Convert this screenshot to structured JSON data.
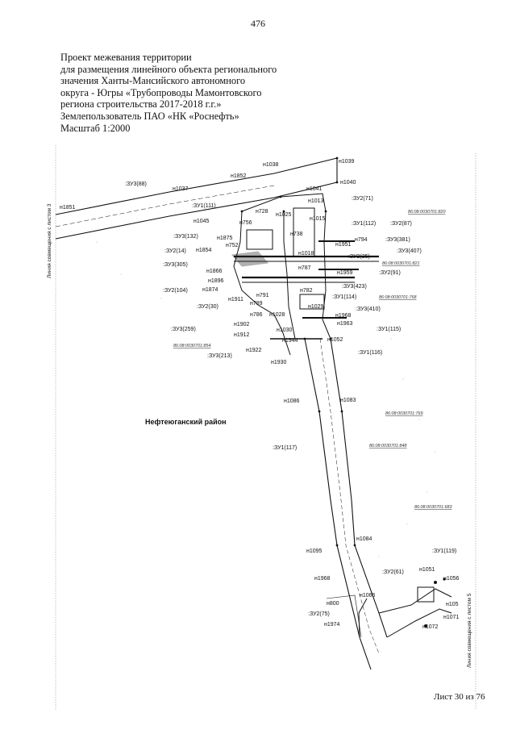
{
  "page_number": "476",
  "title_lines": [
    "Проект межевания территории",
    "для размещения линейного объекта регионального",
    "значения Ханты-Мансийского автономного",
    "округа - Югры «Трубопроводы Мамонтовского",
    "региона строительства 2017-2018 г.г.»",
    "Землепользователь ПАО «НК «Роснефть»",
    "Масштаб 1:2000"
  ],
  "region_label": "Нефтеюганский район",
  "side_labels": {
    "left": "Линия совмещения с листом 3",
    "right": "Линия совмещения с листом 5"
  },
  "sheet_label": "Лист 30 из 76",
  "map_labels": [
    {
      "id": "n1039",
      "text": "н1039"
    },
    {
      "id": "n1038",
      "text": "н1038"
    },
    {
      "id": "n1040",
      "text": "н1040"
    },
    {
      "id": "n1852",
      "text": "н1852"
    },
    {
      "id": "zu3_88",
      "text": ":ЗУ3(88)"
    },
    {
      "id": "n1037",
      "text": "н1037"
    },
    {
      "id": "n1041",
      "text": "н1041"
    },
    {
      "id": "n1013",
      "text": "н1013"
    },
    {
      "id": "zu2_71",
      "text": ":ЗУ2(71)"
    },
    {
      "id": "zu1_111",
      "text": ":ЗУ1(111)"
    },
    {
      "id": "n1851",
      "text": "н1851"
    },
    {
      "id": "n728",
      "text": "н728"
    },
    {
      "id": "n1025",
      "text": "н1025"
    },
    {
      "id": "n1015",
      "text": "н1015"
    },
    {
      "id": "n1045",
      "text": "н1045"
    },
    {
      "id": "n756",
      "text": "н756"
    },
    {
      "id": "zu1_112",
      "text": ":ЗУ1(112)"
    },
    {
      "id": "zu2_87",
      "text": ":ЗУ2(87)"
    },
    {
      "id": "n738",
      "text": "н738"
    },
    {
      "id": "zu3_132",
      "text": ":ЗУ3(132)"
    },
    {
      "id": "n1875",
      "text": "н1875"
    },
    {
      "id": "n794",
      "text": "н794"
    },
    {
      "id": "zu3_381",
      "text": ":ЗУ3(381)"
    },
    {
      "id": "n752",
      "text": "н752"
    },
    {
      "id": "n1951",
      "text": "н1951"
    },
    {
      "id": "zu2_14",
      "text": ":ЗУ2(14)"
    },
    {
      "id": "n1854",
      "text": "н1854"
    },
    {
      "id": "n1018",
      "text": "н1018"
    },
    {
      "id": "zu3_407",
      "text": ":ЗУ3(407)"
    },
    {
      "id": "zu2_25",
      "text": ":ЗУ2(25)"
    },
    {
      "id": "zu3_305",
      "text": ":ЗУ3(305)"
    },
    {
      "id": "n787",
      "text": "н787"
    },
    {
      "id": "n1959",
      "text": "н1959"
    },
    {
      "id": "zu2_91",
      "text": ":ЗУ2(91)"
    },
    {
      "id": "n1866",
      "text": "н1866"
    },
    {
      "id": "n1896",
      "text": "н1896"
    },
    {
      "id": "zu3_423",
      "text": ":ЗУ3(423)"
    },
    {
      "id": "zu2_104",
      "text": ":ЗУ2(104)"
    },
    {
      "id": "n1874",
      "text": "н1874"
    },
    {
      "id": "n782",
      "text": "н782"
    },
    {
      "id": "n791",
      "text": "н791"
    },
    {
      "id": "zu1_114",
      "text": ":ЗУ1(114)"
    },
    {
      "id": "n1911",
      "text": "н1911"
    },
    {
      "id": "zu2_30",
      "text": ":ЗУ2(30)"
    },
    {
      "id": "n789",
      "text": "н789"
    },
    {
      "id": "n1029",
      "text": "н1029"
    },
    {
      "id": "zu3_410",
      "text": ":ЗУ3(410)"
    },
    {
      "id": "n786",
      "text": "н786"
    },
    {
      "id": "n1028",
      "text": "н1028"
    },
    {
      "id": "n1968a",
      "text": "н1968"
    },
    {
      "id": "n1902",
      "text": "н1902"
    },
    {
      "id": "n1963",
      "text": "н1963"
    },
    {
      "id": "zu3_259",
      "text": ":ЗУ3(259)"
    },
    {
      "id": "n1030",
      "text": "н1030"
    },
    {
      "id": "zu1_115",
      "text": ":ЗУ1(115)"
    },
    {
      "id": "n1912",
      "text": "н1912"
    },
    {
      "id": "n1944",
      "text": "н1944"
    },
    {
      "id": "n1052",
      "text": "н1052"
    },
    {
      "id": "n1922",
      "text": "н1922"
    },
    {
      "id": "zu1_116",
      "text": ":ЗУ1(116)"
    },
    {
      "id": "zu3_213",
      "text": ":ЗУ3(213)"
    },
    {
      "id": "n1930",
      "text": "н1930"
    },
    {
      "id": "n1086",
      "text": "н1086"
    },
    {
      "id": "n1083",
      "text": "н1083"
    },
    {
      "id": "zu1_117",
      "text": ":ЗУ1(117)"
    },
    {
      "id": "n1084",
      "text": "н1084"
    },
    {
      "id": "n1095",
      "text": "н1095"
    },
    {
      "id": "zu1_119",
      "text": ":ЗУ1(119)"
    },
    {
      "id": "zu2_61",
      "text": ":ЗУ2(61)"
    },
    {
      "id": "n1051",
      "text": "н1051"
    },
    {
      "id": "n1968b",
      "text": "н1968"
    },
    {
      "id": "n1056",
      "text": "н1056"
    },
    {
      "id": "n1066",
      "text": "н1066"
    },
    {
      "id": "n800",
      "text": "н800"
    },
    {
      "id": "n105",
      "text": "н105"
    },
    {
      "id": "zu2_75",
      "text": ":ЗУ2(75)"
    },
    {
      "id": "n1071",
      "text": "н1071"
    },
    {
      "id": "n1974",
      "text": "н1974"
    },
    {
      "id": "n1072",
      "text": "н1072"
    }
  ],
  "cadastral_labels": [
    {
      "id": "c820",
      "text": "86:08:0030701:820"
    },
    {
      "id": "c821",
      "text": "86:08:0030701:821"
    },
    {
      "id": "c768",
      "text": "86:08:0030701:768"
    },
    {
      "id": "c854",
      "text": "86:08:0030701:854"
    },
    {
      "id": "c769",
      "text": "86:08:0030701:769"
    },
    {
      "id": "c848",
      "text": "86:08:0030701:848"
    },
    {
      "id": "c683",
      "text": "86:08:0030701:683"
    }
  ]
}
